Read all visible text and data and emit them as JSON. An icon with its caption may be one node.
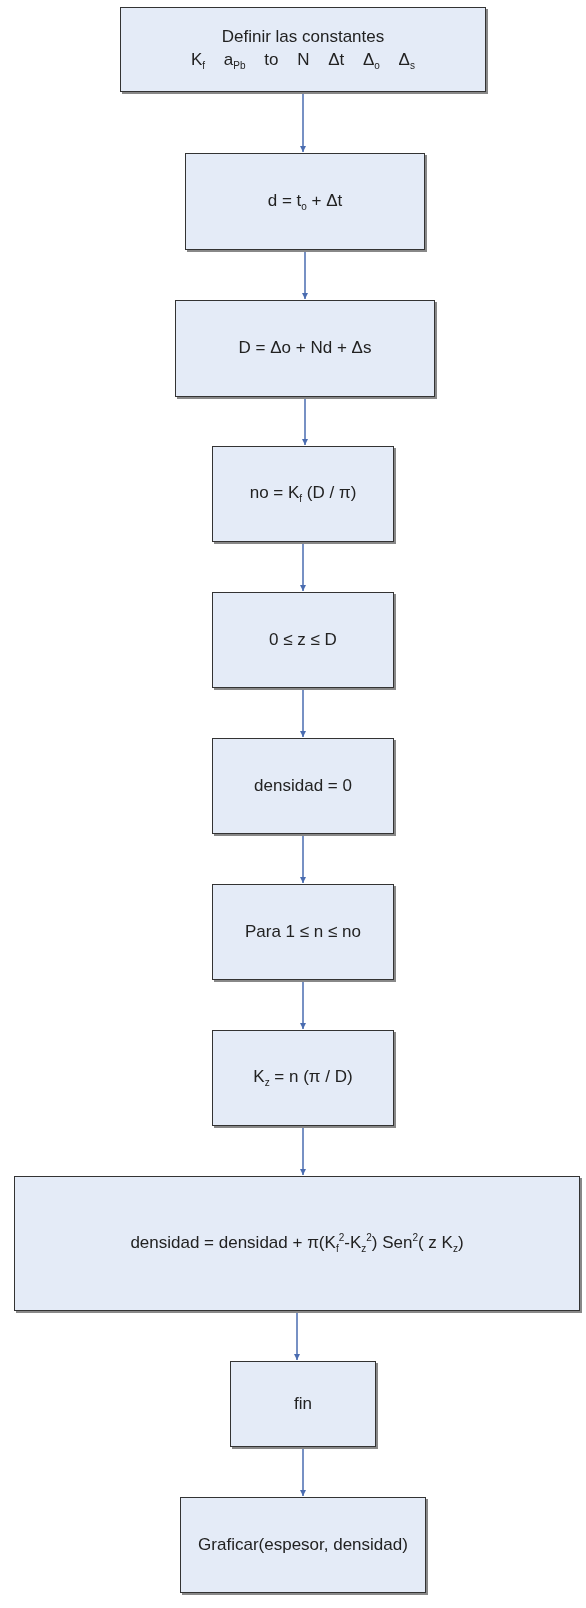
{
  "diagram": {
    "nodes": [
      {
        "text": [
          "Definir las constantes",
          "K$_{f}$ a$_{Pb}$ to N Δt Δ$_{o}$ Δ$_{s}$"
        ]
      },
      {
        "text": [
          "d = t$_{o}$ + Δt"
        ]
      },
      {
        "text": [
          "D = Δo + Nd + Δs"
        ]
      },
      {
        "text": [
          "no = K$_{f}$ (D / π)"
        ]
      },
      {
        "text": [
          "0 ≤ z ≤ D"
        ]
      },
      {
        "text": [
          "densidad = 0"
        ]
      },
      {
        "text": [
          "Para 1 ≤ n ≤ no"
        ]
      },
      {
        "text": [
          "K$_{z}$ = n (π / D)"
        ]
      },
      {
        "text": [
          "densidad = densidad + π(K$_{f}$$^{2}$-K$_{z}$$^{2}$) Sen$^{2}$( z K$_{z}$)"
        ]
      },
      {
        "text": [
          "fin"
        ]
      },
      {
        "text": [
          "Graficar(espesor, densidad)"
        ]
      }
    ],
    "edges": [
      {
        "from": 0,
        "to": 1,
        "arrow": "to"
      },
      {
        "from": 1,
        "to": 2,
        "arrow": "to"
      },
      {
        "from": 2,
        "to": 3,
        "arrow": "to"
      },
      {
        "from": 3,
        "to": 4,
        "arrow": "to"
      },
      {
        "from": 4,
        "to": 5,
        "arrow": "to"
      },
      {
        "from": 5,
        "to": 6,
        "arrow": "to"
      },
      {
        "from": 6,
        "to": 7,
        "arrow": "to"
      },
      {
        "from": 7,
        "to": 8,
        "arrow": "to"
      },
      {
        "from": 8,
        "to": 9,
        "arrow": "to"
      },
      {
        "from": 9,
        "to": 10,
        "arrow": "to"
      }
    ]
  }
}
